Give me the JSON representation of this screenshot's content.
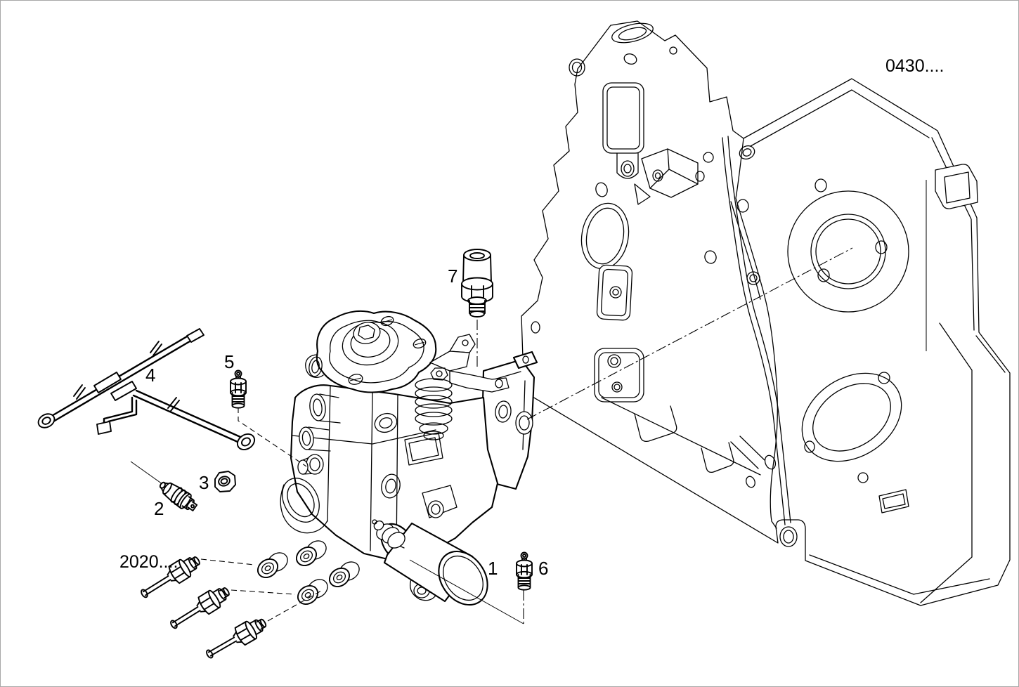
{
  "page": {
    "background": "#ffffff",
    "line_color": "#000000",
    "frame_color": "#a8a8a8"
  },
  "diagram": {
    "type": "exploded-parts-diagram",
    "refs": {
      "housing": "0430....",
      "pipes": "2020...."
    },
    "callouts": [
      {
        "num": "1",
        "part": "injection-pump"
      },
      {
        "num": "2",
        "part": "overflow-fitting"
      },
      {
        "num": "3",
        "part": "nut"
      },
      {
        "num": "4",
        "part": "wiring-harness"
      },
      {
        "num": "5",
        "part": "bleed-screw-upper"
      },
      {
        "num": "6",
        "part": "bleed-screw-lower"
      },
      {
        "num": "7",
        "part": "sensor-plug"
      }
    ]
  }
}
